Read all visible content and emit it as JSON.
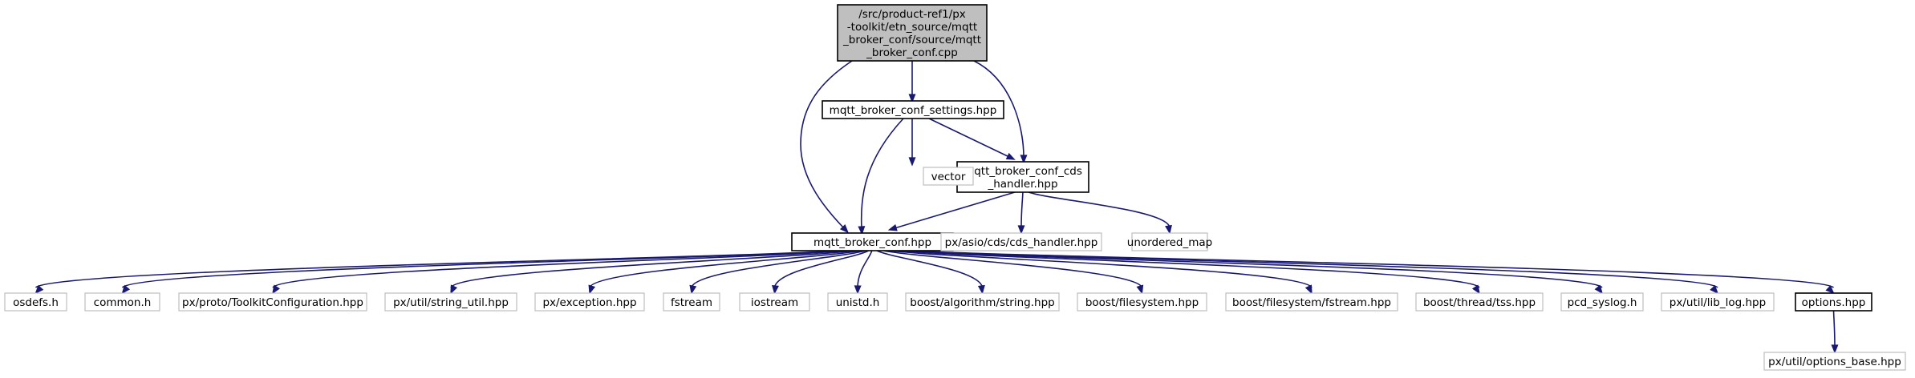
{
  "colors": {
    "edge": "#191970",
    "root_fill": "#bfbfbf",
    "root_border": "#000000",
    "documented_border": "#000000",
    "external_border": "#bfbfbf",
    "text": "#000000"
  },
  "nodes": [
    {
      "id": "root",
      "kind": "root",
      "lines": [
        "/src/product-ref1/px",
        "-toolkit/etn_source/mqtt",
        "_broker_conf/source/mqtt",
        "_broker_conf.cpp"
      ]
    },
    {
      "id": "settings",
      "kind": "documented",
      "lines": [
        "mqtt_broker_conf_settings.hpp"
      ]
    },
    {
      "id": "cds_handler",
      "kind": "documented",
      "lines": [
        "mqtt_broker_conf_cds",
        "_handler.hpp"
      ]
    },
    {
      "id": "vector",
      "kind": "external",
      "lines": [
        "vector"
      ]
    },
    {
      "id": "conf",
      "kind": "documented",
      "lines": [
        "mqtt_broker_conf.hpp"
      ]
    },
    {
      "id": "asio_cds",
      "kind": "external",
      "lines": [
        "px/asio/cds/cds_handler.hpp"
      ]
    },
    {
      "id": "unordered_map",
      "kind": "external",
      "lines": [
        "unordered_map"
      ]
    },
    {
      "id": "osdefs",
      "kind": "external",
      "lines": [
        "osdefs.h"
      ]
    },
    {
      "id": "common",
      "kind": "external",
      "lines": [
        "common.h"
      ]
    },
    {
      "id": "toolkit_conf",
      "kind": "external",
      "lines": [
        "px/proto/ToolkitConfiguration.hpp"
      ]
    },
    {
      "id": "string_util",
      "kind": "external",
      "lines": [
        "px/util/string_util.hpp"
      ]
    },
    {
      "id": "exception",
      "kind": "external",
      "lines": [
        "px/exception.hpp"
      ]
    },
    {
      "id": "fstream",
      "kind": "external",
      "lines": [
        "fstream"
      ]
    },
    {
      "id": "iostream",
      "kind": "external",
      "lines": [
        "iostream"
      ]
    },
    {
      "id": "unistd",
      "kind": "external",
      "lines": [
        "unistd.h"
      ]
    },
    {
      "id": "algo_string",
      "kind": "external",
      "lines": [
        "boost/algorithm/string.hpp"
      ]
    },
    {
      "id": "filesystem",
      "kind": "external",
      "lines": [
        "boost/filesystem.hpp"
      ]
    },
    {
      "id": "fs_fstream",
      "kind": "external",
      "lines": [
        "boost/filesystem/fstream.hpp"
      ]
    },
    {
      "id": "tss",
      "kind": "external",
      "lines": [
        "boost/thread/tss.hpp"
      ]
    },
    {
      "id": "pcd_syslog",
      "kind": "external",
      "lines": [
        "pcd_syslog.h"
      ]
    },
    {
      "id": "lib_log",
      "kind": "external",
      "lines": [
        "px/util/lib_log.hpp"
      ]
    },
    {
      "id": "options",
      "kind": "documented",
      "lines": [
        "options.hpp"
      ]
    },
    {
      "id": "options_base",
      "kind": "external",
      "lines": [
        "px/util/options_base.hpp"
      ]
    }
  ],
  "edges": [
    [
      "root",
      "settings"
    ],
    [
      "root",
      "conf"
    ],
    [
      "root",
      "cds_handler"
    ],
    [
      "settings",
      "vector"
    ],
    [
      "settings",
      "cds_handler"
    ],
    [
      "settings",
      "conf"
    ],
    [
      "cds_handler",
      "conf"
    ],
    [
      "cds_handler",
      "asio_cds"
    ],
    [
      "cds_handler",
      "unordered_map"
    ],
    [
      "conf",
      "osdefs"
    ],
    [
      "conf",
      "common"
    ],
    [
      "conf",
      "toolkit_conf"
    ],
    [
      "conf",
      "string_util"
    ],
    [
      "conf",
      "exception"
    ],
    [
      "conf",
      "fstream"
    ],
    [
      "conf",
      "iostream"
    ],
    [
      "conf",
      "unistd"
    ],
    [
      "conf",
      "algo_string"
    ],
    [
      "conf",
      "filesystem"
    ],
    [
      "conf",
      "fs_fstream"
    ],
    [
      "conf",
      "tss"
    ],
    [
      "conf",
      "pcd_syslog"
    ],
    [
      "conf",
      "lib_log"
    ],
    [
      "conf",
      "options"
    ],
    [
      "options",
      "options_base"
    ]
  ]
}
